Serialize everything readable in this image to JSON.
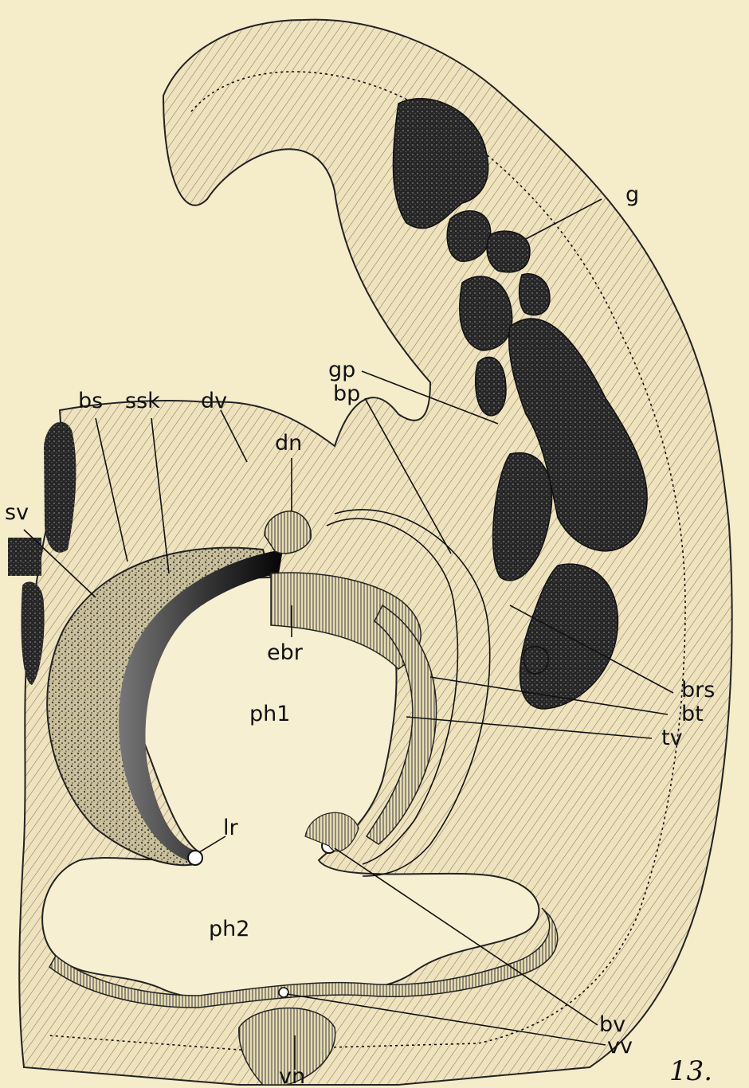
{
  "figure": {
    "number": "13.",
    "labels": {
      "g": "g",
      "gp": "gp",
      "bp": "bp",
      "bs": "bs",
      "ssk": "ssk",
      "dv": "dv",
      "dn": "dn",
      "sv": "sv",
      "ebr": "ebr",
      "ph1": "ph1",
      "ph2": "ph2",
      "lr": "lr",
      "brs": "brs",
      "bt": "bt",
      "tv": "tv",
      "bv": "bv",
      "vv": "vv",
      "vn": "vn"
    }
  },
  "colors": {
    "paper": "#f5ecca",
    "ink": "#111111",
    "tissue": "#efe3bd",
    "dark_mass": "#2b2b2b",
    "stipple": "#8a826c"
  }
}
